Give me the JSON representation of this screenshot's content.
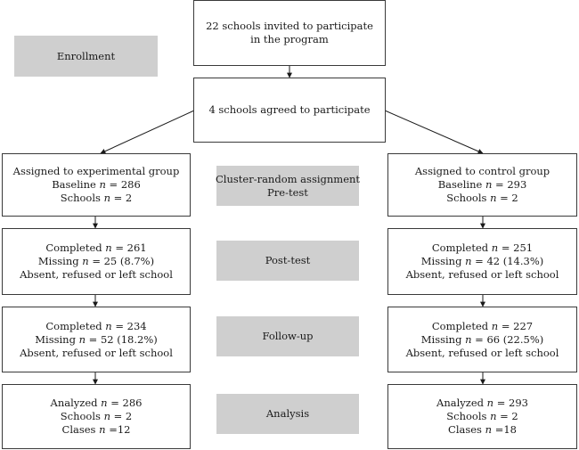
{
  "stages": {
    "enrollment": "Enrollment",
    "assignment": [
      "Cluster-random assignment",
      "Pre-test"
    ],
    "posttest": "Post-test",
    "followup": "Follow-up",
    "analysis": "Analysis"
  },
  "top": {
    "invited": [
      "22 schools invited to participate",
      "in the program"
    ],
    "agreed": "4 schools agreed to participate"
  },
  "experimental": {
    "assigned": {
      "title": "Assigned to experimental group",
      "baseline_label": "Baseline ",
      "baseline_n": "n",
      "baseline_value": " = 286",
      "schools_label": "Schools ",
      "schools_n": "n",
      "schools_value": " = 2"
    },
    "posttest": {
      "completed_label": "Completed ",
      "completed_n": "n",
      "completed_value": " = 261",
      "missing_label": "Missing ",
      "missing_n": "n",
      "missing_value": " = 25 (8.7%)",
      "reason": "Absent, refused or left school"
    },
    "followup": {
      "completed_label": "Completed ",
      "completed_n": "n",
      "completed_value": " = 234",
      "missing_label": "Missing ",
      "missing_n": "n",
      "missing_value": " = 52 (18.2%)",
      "reason": "Absent, refused or left school"
    },
    "analysis": {
      "analyzed_label": "Analyzed ",
      "analyzed_n": "n",
      "analyzed_value": " = 286",
      "schools_label": "Schools ",
      "schools_n": "n",
      "schools_value": " = 2",
      "classes_label": "Clases ",
      "classes_n": "n",
      "classes_value": " =12"
    }
  },
  "control": {
    "assigned": {
      "title": "Assigned to control group",
      "baseline_label": "Baseline ",
      "baseline_n": "n",
      "baseline_value": " = 293",
      "schools_label": "Schools ",
      "schools_n": "n",
      "schools_value": " = 2"
    },
    "posttest": {
      "completed_label": "Completed ",
      "completed_n": "n",
      "completed_value": " = 251",
      "missing_label": "Missing ",
      "missing_n": "n",
      "missing_value": " = 42 (14.3%)",
      "reason": "Absent, refused or left school"
    },
    "followup": {
      "completed_label": "Completed ",
      "completed_n": "n",
      "completed_value": " = 227",
      "missing_label": "Missing ",
      "missing_n": "n",
      "missing_value": " = 66 (22.5%)",
      "reason": "Absent, refused or left school"
    },
    "analysis": {
      "analyzed_label": "Analyzed ",
      "analyzed_n": "n",
      "analyzed_value": " = 293",
      "schools_label": "Schools ",
      "schools_n": "n",
      "schools_value": " = 2",
      "classes_label": "Clases ",
      "classes_n": "n",
      "classes_value": " =18"
    }
  }
}
